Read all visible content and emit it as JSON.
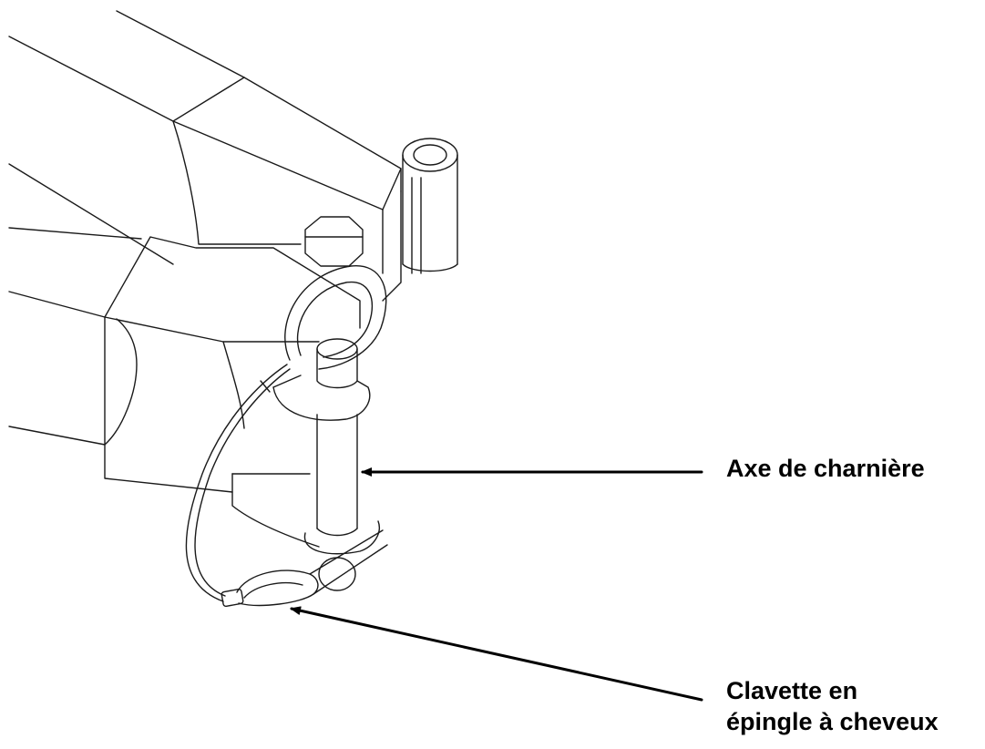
{
  "diagram": {
    "labels": {
      "hinge_pin": "Axe de charnière",
      "hairpin_clip_line1": "Clavette en",
      "hairpin_clip_line2": "épingle à cheveux"
    }
  }
}
